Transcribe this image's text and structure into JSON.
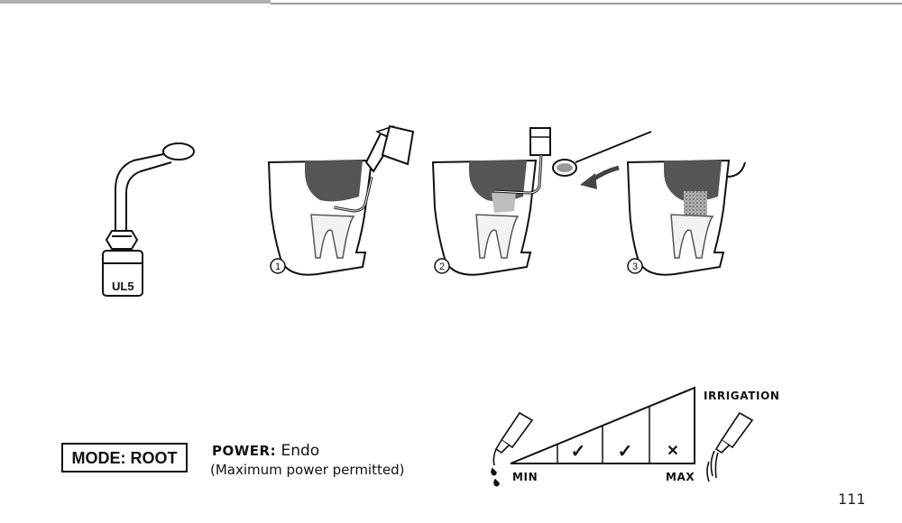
{
  "tip": {
    "label": "UL5"
  },
  "steps": [
    "1",
    "2",
    "3"
  ],
  "mode": {
    "label": "MODE: ROOT"
  },
  "power": {
    "heading": "POWER:",
    "value": "Endo",
    "note": "(Maximum power permitted)"
  },
  "irrigation": {
    "title": "IRRIGATION",
    "min_label": "MIN",
    "max_label": "MAX",
    "marks": [
      "✓",
      "✓",
      "✕"
    ]
  },
  "page_number": "111"
}
